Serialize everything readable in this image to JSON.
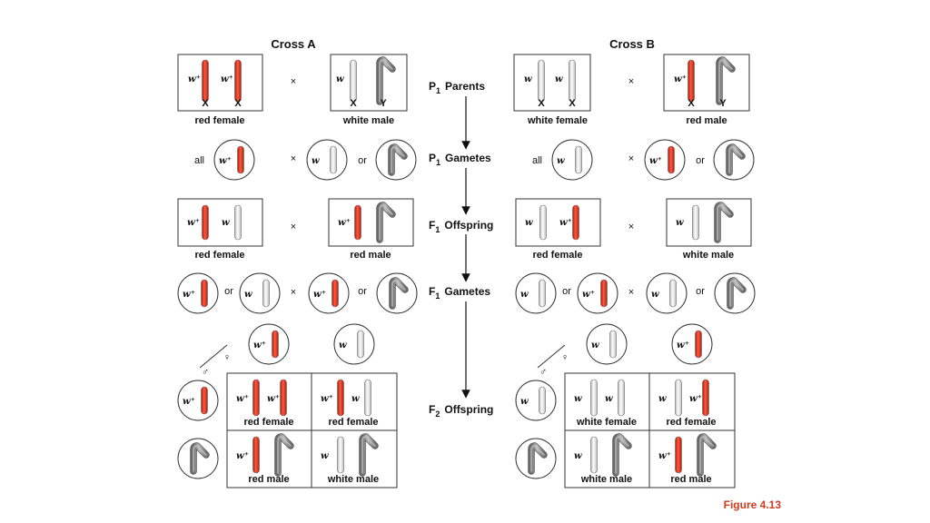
{
  "figure_label": "Figure 4.13",
  "colors": {
    "red_chrom": "#e0301e",
    "white_chrom": "#d8d8d8",
    "y_chrom": "#8a8a8a",
    "figure_label": "#d23a1f"
  },
  "symbols": {
    "times": "×",
    "or": "or",
    "all": "all",
    "wplus": "w⁺",
    "w": "w",
    "X": "X",
    "Y": "Y",
    "male": "♂",
    "female": "♀"
  },
  "steps": [
    {
      "main": "P",
      "sub": "1",
      "rest": "Parents"
    },
    {
      "main": "P",
      "sub": "1",
      "rest": "Gametes"
    },
    {
      "main": "F",
      "sub": "1",
      "rest": "Offspring"
    },
    {
      "main": "F",
      "sub": "1",
      "rest": "Gametes"
    },
    {
      "main": "F",
      "sub": "2",
      "rest": "Offspring"
    }
  ],
  "crossA": {
    "title": "Cross A",
    "p1_female_label": "red female",
    "p1_male_label": "white male",
    "f1_female_label": "red female",
    "f1_male_label": "red male",
    "cells": [
      "red female",
      "red female",
      "red male",
      "white male"
    ]
  },
  "crossB": {
    "title": "Cross B",
    "p1_female_label": "white female",
    "p1_male_label": "red male",
    "f1_female_label": "red female",
    "f1_male_label": "white male",
    "cells": [
      "white female",
      "red female",
      "white male",
      "red male"
    ]
  }
}
